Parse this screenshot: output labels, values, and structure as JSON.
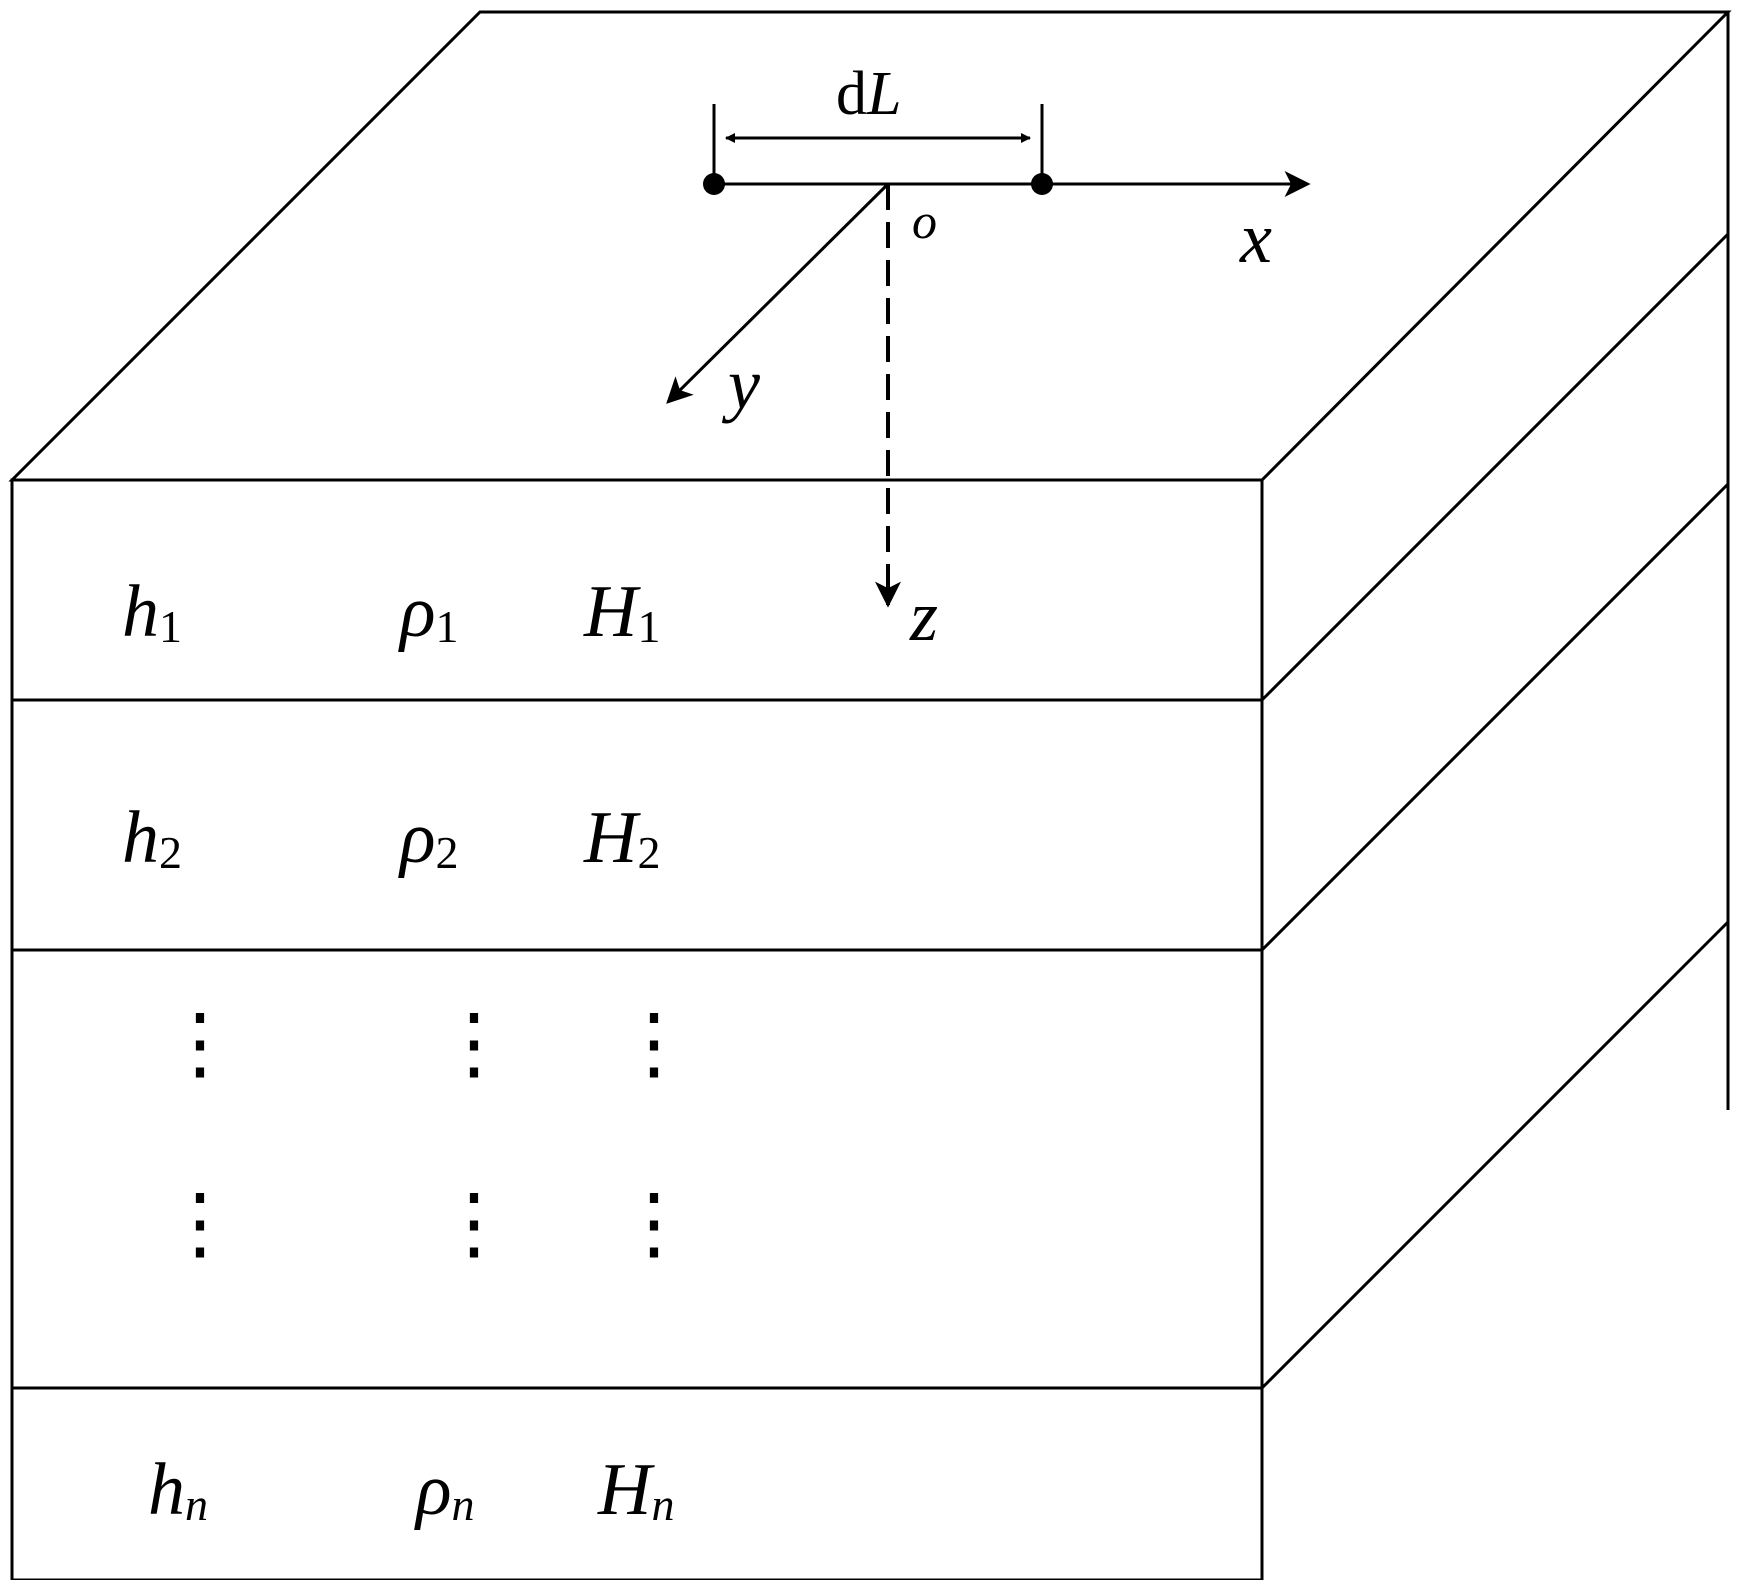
{
  "labels": {
    "dL_d": "d",
    "dL_L": "L",
    "origin": "o",
    "x_axis": "x",
    "y_axis": "y",
    "z_axis": "z"
  },
  "layers": [
    {
      "h": "h",
      "h_sub": "1",
      "rho": "ρ",
      "rho_sub": "1",
      "H": "H",
      "H_sub": "1"
    },
    {
      "h": "h",
      "h_sub": "2",
      "rho": "ρ",
      "rho_sub": "2",
      "H": "H",
      "H_sub": "2"
    },
    {
      "h": "h",
      "h_sub": "n",
      "rho": "ρ",
      "rho_sub": "n",
      "H": "H",
      "H_sub": "n"
    }
  ],
  "ellipsis": "⋮",
  "colors": {
    "stroke": "#000000",
    "background": "#ffffff"
  }
}
